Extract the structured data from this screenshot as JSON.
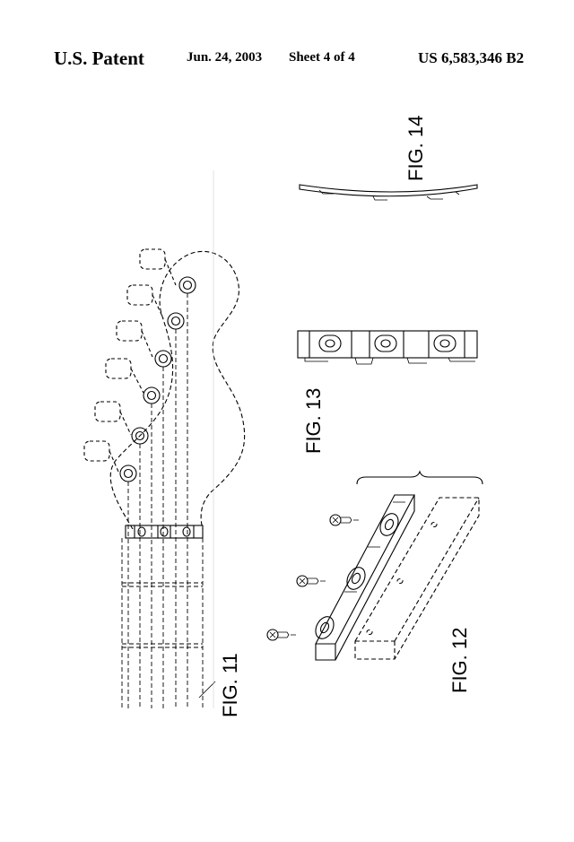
{
  "header": {
    "left": "U.S. Patent",
    "date": "Jun. 24, 2003",
    "sheet": "Sheet 4 of 4",
    "patent_number": "US 6,583,346 B2"
  },
  "figures": {
    "fig11": "FIG. 11",
    "fig12": "FIG. 12",
    "fig13": "FIG. 13",
    "fig14": "FIG. 14"
  }
}
